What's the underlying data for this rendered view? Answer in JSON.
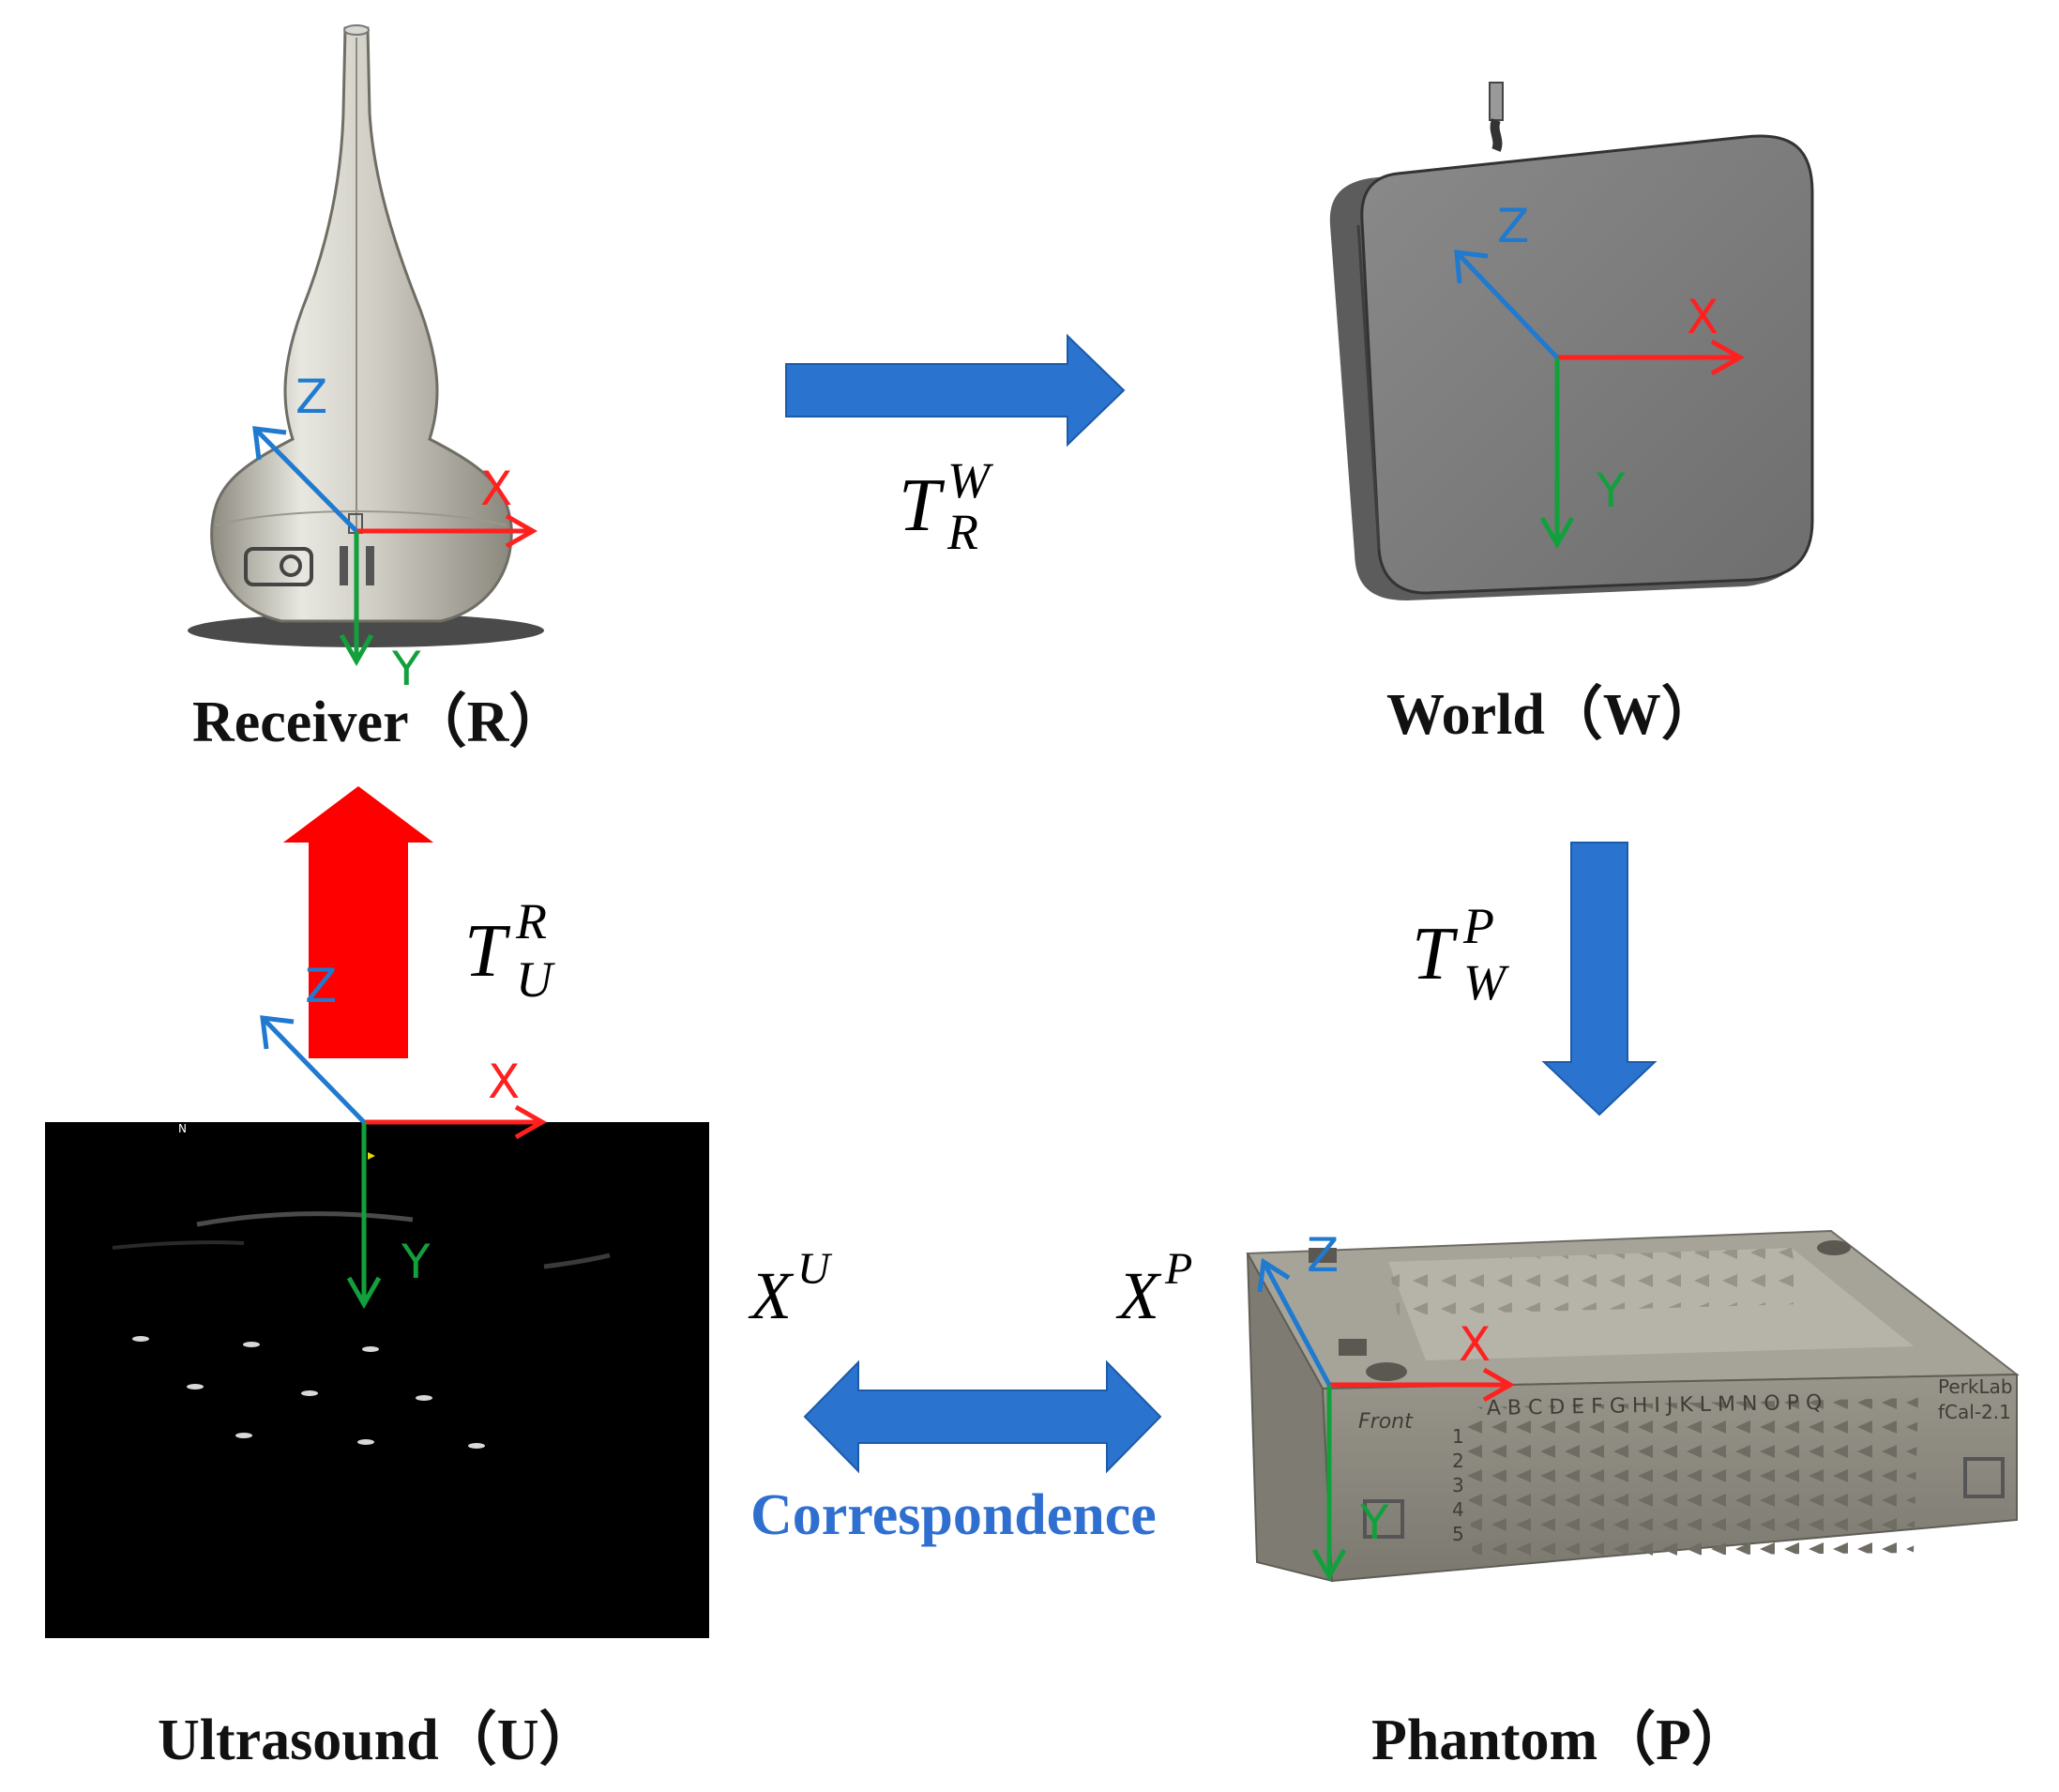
{
  "captions": {
    "receiver": "Receiver（R）",
    "world": "World（W）",
    "ultrasound": "Ultrasound（U）",
    "phantom": "Phantom（P）"
  },
  "transforms": {
    "receiver_to_world": {
      "base": "T",
      "sup": "W",
      "sub": "R"
    },
    "ultrasound_to_receiver": {
      "base": "T",
      "sup": "R",
      "sub": "U"
    },
    "world_to_phantom": {
      "base": "T",
      "sup": "P",
      "sub": "W"
    }
  },
  "points": {
    "ultrasound": {
      "base": "X",
      "sup": "U"
    },
    "phantom": {
      "base": "X",
      "sup": "P"
    }
  },
  "correspondence_label": "Correspondence",
  "axis_labels": {
    "x": "X",
    "y": "Y",
    "z": "Z"
  },
  "phantom_labels": {
    "columns": "A B C D E F G H I J K L M N O P Q",
    "rows": [
      "1",
      "2",
      "3",
      "4",
      "5"
    ],
    "front": "Front",
    "brand": "PerkLab",
    "model": "fCal-2.1"
  },
  "ultrasound_marker": "N",
  "colors": {
    "x_axis": "#ff2020",
    "y_axis": "#12a03c",
    "z_axis": "#1f7ad0",
    "blue_arrow": "#2a73cf",
    "red_arrow": "#ff0000",
    "correspondence_text": "#2f6fd0"
  },
  "icons": [
    "ultrasound-probe-icon",
    "tracker-box-icon",
    "calibration-phantom-icon"
  ]
}
